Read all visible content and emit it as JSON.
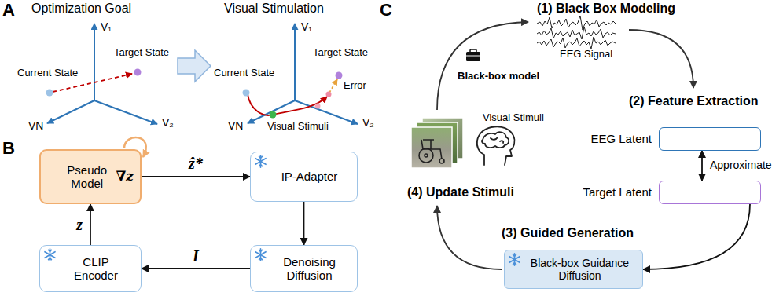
{
  "diagram": {
    "nodes": [
      {
        "text": [
          "Pseudo Model",
          "∇z"
        ]
      },
      {
        "text": [
          "IP-Adapter"
        ]
      },
      {
        "text": [
          "Denoising Diffusion"
        ]
      },
      {
        "text": [
          "CLIP Encoder"
        ]
      },
      {
        "text": [
          "EEG Latent"
        ]
      },
      {
        "text": [
          "Target Latent"
        ]
      },
      {
        "text": [
          "Black-box Guidance Diffusion"
        ]
      }
    ],
    "edges": [
      {
        "from": 0,
        "to": 1,
        "label": "ẑ*",
        "arrow": "to"
      },
      {
        "from": 1,
        "to": 2,
        "arrow": "to"
      },
      {
        "from": 2,
        "to": 3,
        "label": "I",
        "arrow": "to"
      },
      {
        "from": 3,
        "to": 0,
        "label": "z",
        "arrow": "to"
      },
      {
        "from": 4,
        "to": 5,
        "label": "Approximate",
        "arrow": "both"
      },
      {
        "from": 5,
        "to": 6,
        "arrow": "to"
      }
    ],
    "labels": [
      "A",
      "Optimization Goal",
      "V₁",
      "Current State",
      "Target State",
      "V₂",
      "VN",
      "Visual Stimulation",
      "V₁",
      "Target State",
      "Current State",
      "Error",
      "VN",
      "V₂",
      "Visual Stimuli",
      "B",
      "C",
      "(1) Black Box Modeling",
      "EEG Signal",
      "Black-box model",
      "(2) Feature Extraction",
      "Visual Stimuli",
      "(4) Update Stimuli",
      "(3) Guided Generation"
    ]
  }
}
